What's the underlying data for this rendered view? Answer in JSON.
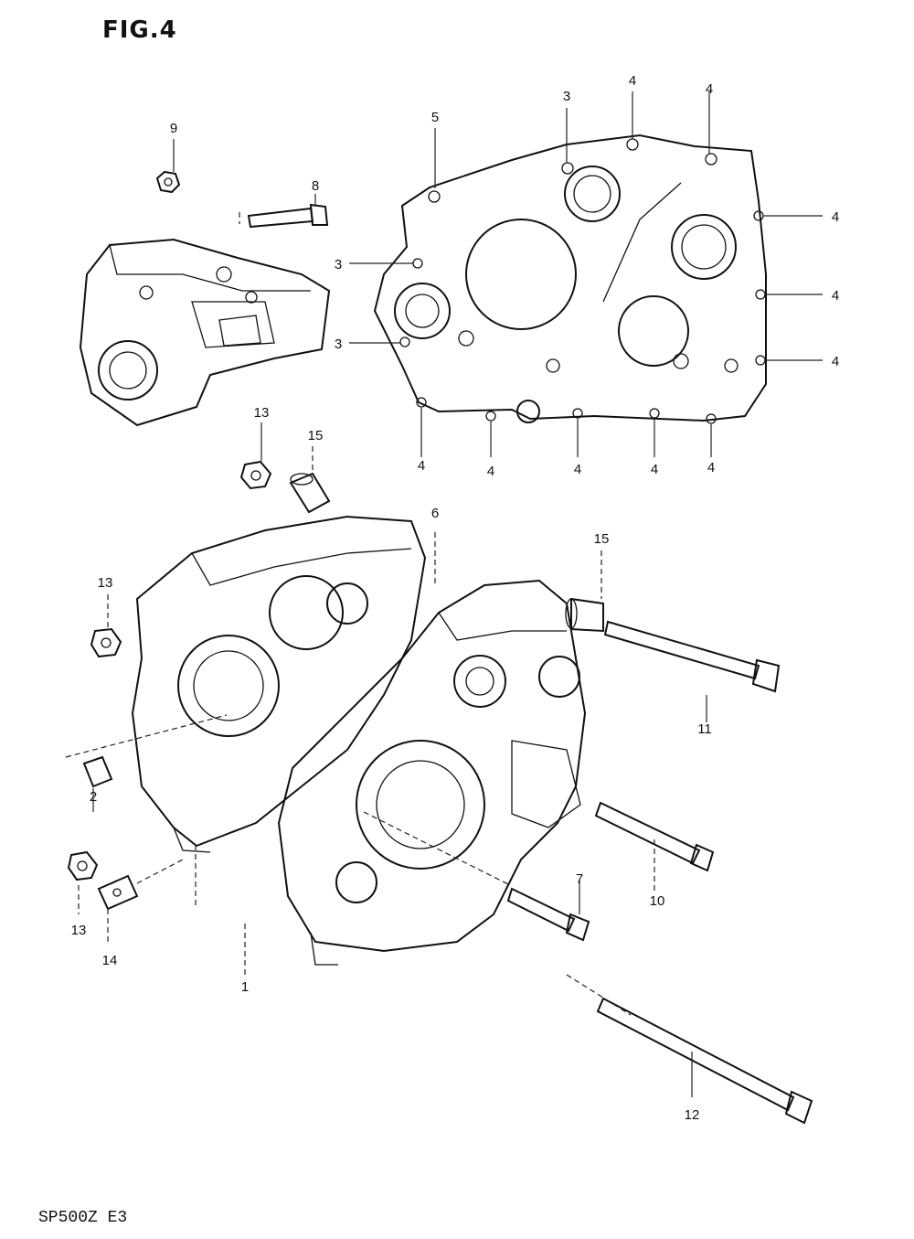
{
  "figure": {
    "title": "FIG.4",
    "footer": "SP500Z  E3"
  },
  "callouts": [
    {
      "id": "c9",
      "label": "9"
    },
    {
      "id": "c8",
      "label": "8"
    },
    {
      "id": "c5",
      "label": "5"
    },
    {
      "id": "c3a",
      "label": "3"
    },
    {
      "id": "c4a",
      "label": "4"
    },
    {
      "id": "c4b",
      "label": "4"
    },
    {
      "id": "c3b",
      "label": "3"
    },
    {
      "id": "c4c",
      "label": "4"
    },
    {
      "id": "c3c",
      "label": "3"
    },
    {
      "id": "c4d",
      "label": "4"
    },
    {
      "id": "c4e",
      "label": "4"
    },
    {
      "id": "c4f",
      "label": "4"
    },
    {
      "id": "c4g",
      "label": "4"
    },
    {
      "id": "c4h",
      "label": "4"
    },
    {
      "id": "c4i",
      "label": "4"
    },
    {
      "id": "c4j",
      "label": "4"
    },
    {
      "id": "c13a",
      "label": "13"
    },
    {
      "id": "c15a",
      "label": "15"
    },
    {
      "id": "c6",
      "label": "6"
    },
    {
      "id": "c15b",
      "label": "15"
    },
    {
      "id": "c13b",
      "label": "13"
    },
    {
      "id": "c11",
      "label": "11"
    },
    {
      "id": "c2",
      "label": "2"
    },
    {
      "id": "c10",
      "label": "10"
    },
    {
      "id": "c7",
      "label": "7"
    },
    {
      "id": "c13c",
      "label": "13"
    },
    {
      "id": "c14",
      "label": "14"
    },
    {
      "id": "c1",
      "label": "1"
    },
    {
      "id": "c12",
      "label": "12"
    }
  ]
}
